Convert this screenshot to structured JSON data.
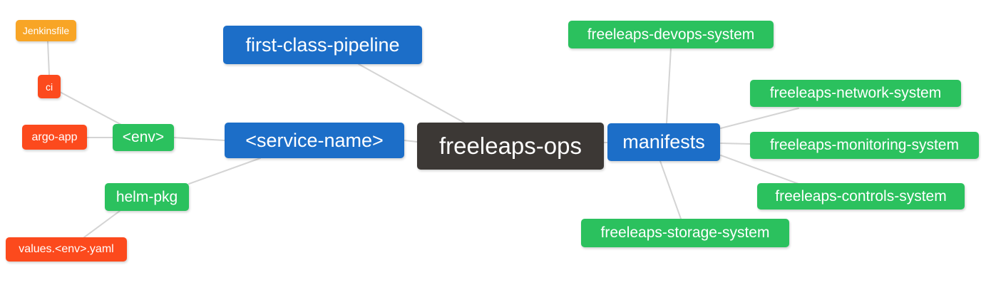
{
  "diagram_title": "freeleaps-ops mindmap",
  "colors": {
    "c-orange": "#f8a526",
    "c-red": "#fc4a1d",
    "c-green": "#2bc15e",
    "c-blue": "#1c6ec8",
    "c-dark": "#3c3835",
    "c-edge": "#d4d4d4"
  },
  "nodes": {
    "jenkinsfile": {
      "label": "Jenkinsfile",
      "color": "#f8a526"
    },
    "ci": {
      "label": "ci",
      "color": "#fc4a1d"
    },
    "argo-app": {
      "label": "argo-app",
      "color": "#fc4a1d"
    },
    "env": {
      "label": "<env>",
      "color": "#2bc15e"
    },
    "helm-pkg": {
      "label": "helm-pkg",
      "color": "#2bc15e"
    },
    "values-env-yaml": {
      "label": "values.<env>.yaml",
      "color": "#fc4a1d"
    },
    "first-class-pipeline": {
      "label": "first-class-pipeline",
      "color": "#1c6ec8"
    },
    "service-name": {
      "label": "<service-name>",
      "color": "#1c6ec8"
    },
    "freeleaps-ops": {
      "label": "freeleaps-ops",
      "color": "#3c3835"
    },
    "manifests": {
      "label": "manifests",
      "color": "#1c6ec8"
    },
    "freeleaps-devops-system": {
      "label": "freeleaps-devops-system",
      "color": "#2bc15e"
    },
    "freeleaps-network-system": {
      "label": "freeleaps-network-system",
      "color": "#2bc15e"
    },
    "freeleaps-monitoring-system": {
      "label": "freeleaps-monitoring-system",
      "color": "#2bc15e"
    },
    "freeleaps-controls-system": {
      "label": "freeleaps-controls-system",
      "color": "#2bc15e"
    },
    "freeleaps-storage-system": {
      "label": "freeleaps-storage-system",
      "color": "#2bc15e"
    }
  },
  "edges": [
    {
      "from": "jenkinsfile",
      "to": "ci"
    },
    {
      "from": "ci",
      "to": "env"
    },
    {
      "from": "argo-app",
      "to": "env"
    },
    {
      "from": "env",
      "to": "service-name"
    },
    {
      "from": "helm-pkg",
      "to": "service-name"
    },
    {
      "from": "values-env-yaml",
      "to": "helm-pkg"
    },
    {
      "from": "first-class-pipeline",
      "to": "freeleaps-ops"
    },
    {
      "from": "service-name",
      "to": "freeleaps-ops"
    },
    {
      "from": "freeleaps-ops",
      "to": "manifests"
    },
    {
      "from": "manifests",
      "to": "freeleaps-devops-system"
    },
    {
      "from": "manifests",
      "to": "freeleaps-network-system"
    },
    {
      "from": "manifests",
      "to": "freeleaps-monitoring-system"
    },
    {
      "from": "manifests",
      "to": "freeleaps-controls-system"
    },
    {
      "from": "manifests",
      "to": "freeleaps-storage-system"
    }
  ]
}
